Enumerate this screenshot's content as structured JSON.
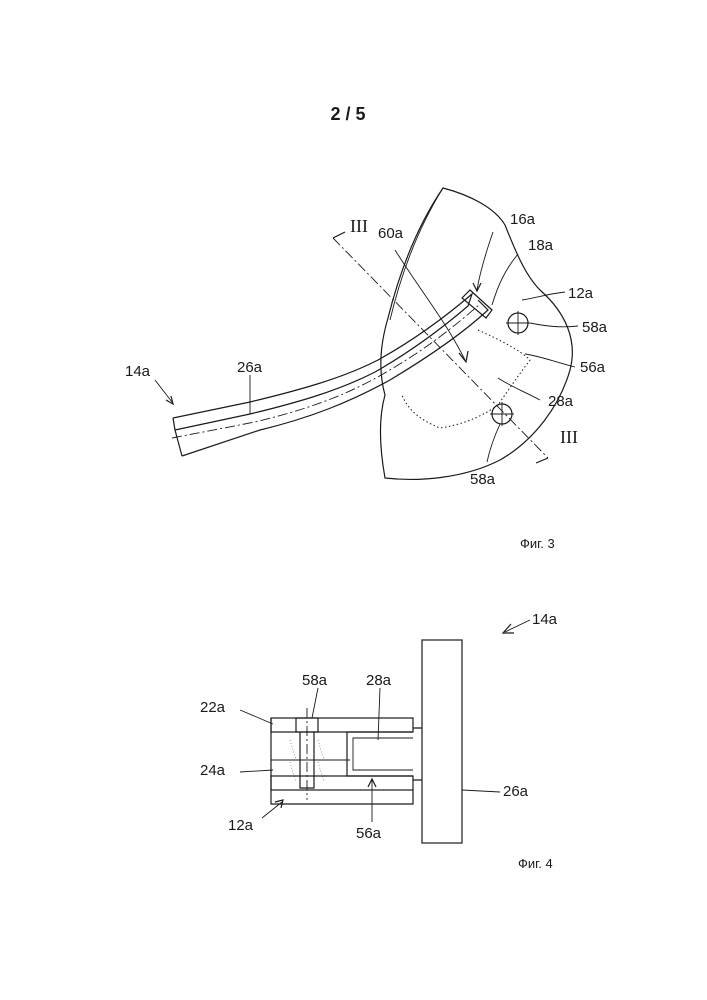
{
  "sheet": {
    "page_number": "2 / 5"
  },
  "figure3": {
    "caption": "Фиг. 3",
    "section_mark": "III",
    "labels": {
      "l14a": "14a",
      "l26a": "26a",
      "l60a": "60a",
      "l16a": "16a",
      "l18a": "18a",
      "l12a": "12a",
      "l58a_upper": "58a",
      "l56a": "56a",
      "l28a": "28a",
      "l58a_lower": "58a"
    }
  },
  "figure4": {
    "caption": "Фиг. 4",
    "labels": {
      "l14a": "14a",
      "l58a": "58a",
      "l28a": "28a",
      "l22a": "22a",
      "l24a": "24a",
      "l26a": "26a",
      "l12a": "12a",
      "l56a": "56a"
    }
  }
}
